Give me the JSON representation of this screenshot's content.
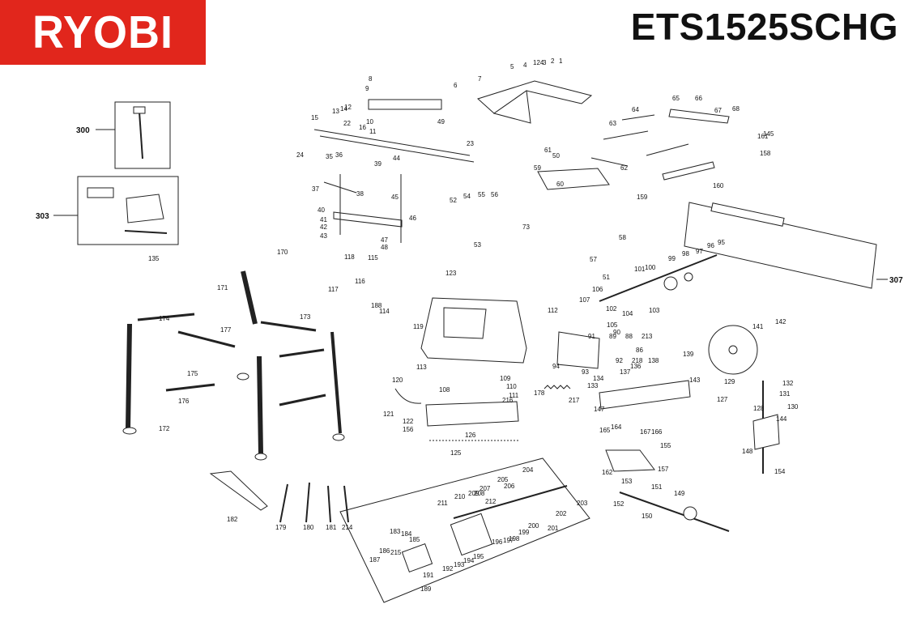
{
  "header": {
    "brand": "RYOBI",
    "model": "ETS1525SCHG"
  },
  "colors": {
    "brand_red": "#e1261c",
    "brand_text": "#ffffff",
    "line": "#222222"
  },
  "callouts": {
    "kit_300": "300",
    "kit_303": "303",
    "kit_307": "307"
  },
  "part_labels": [
    "1",
    "2",
    "3",
    "124",
    "4",
    "5",
    "6",
    "7",
    "8",
    "9",
    "10",
    "11",
    "12",
    "13",
    "14",
    "15",
    "16",
    "22",
    "23",
    "24",
    "35",
    "36",
    "37",
    "38",
    "39",
    "40",
    "41",
    "42",
    "43",
    "44",
    "45",
    "46",
    "47",
    "48",
    "49",
    "50",
    "51",
    "52",
    "53",
    "54",
    "55",
    "56",
    "57",
    "58",
    "59",
    "60",
    "61",
    "62",
    "63",
    "64",
    "65",
    "66",
    "67",
    "68",
    "73",
    "86",
    "88",
    "89",
    "90",
    "91",
    "92",
    "93",
    "94",
    "95",
    "96",
    "97",
    "98",
    "99",
    "100",
    "101",
    "102",
    "103",
    "104",
    "105",
    "106",
    "107",
    "108",
    "109",
    "110",
    "111",
    "112",
    "113",
    "114",
    "115",
    "116",
    "117",
    "118",
    "119",
    "120",
    "121",
    "122",
    "123",
    "125",
    "126",
    "127",
    "128",
    "129",
    "130",
    "131",
    "132",
    "133",
    "134",
    "135",
    "136",
    "137",
    "138",
    "139",
    "141",
    "142",
    "143",
    "144",
    "145",
    "147",
    "148",
    "149",
    "150",
    "151",
    "152",
    "153",
    "154",
    "155",
    "156",
    "157",
    "158",
    "159",
    "160",
    "161",
    "162",
    "164",
    "165",
    "166",
    "167",
    "170",
    "171",
    "172",
    "173",
    "174",
    "175",
    "176",
    "177",
    "178",
    "179",
    "180",
    "181",
    "182",
    "183",
    "184",
    "185",
    "186",
    "187",
    "188",
    "189",
    "191",
    "192",
    "193",
    "194",
    "195",
    "196",
    "197",
    "198",
    "199",
    "200",
    "201",
    "202",
    "203",
    "204",
    "205",
    "206",
    "207",
    "208",
    "209",
    "210",
    "211",
    "212",
    "213",
    "214",
    "215",
    "216",
    "217",
    "218"
  ]
}
